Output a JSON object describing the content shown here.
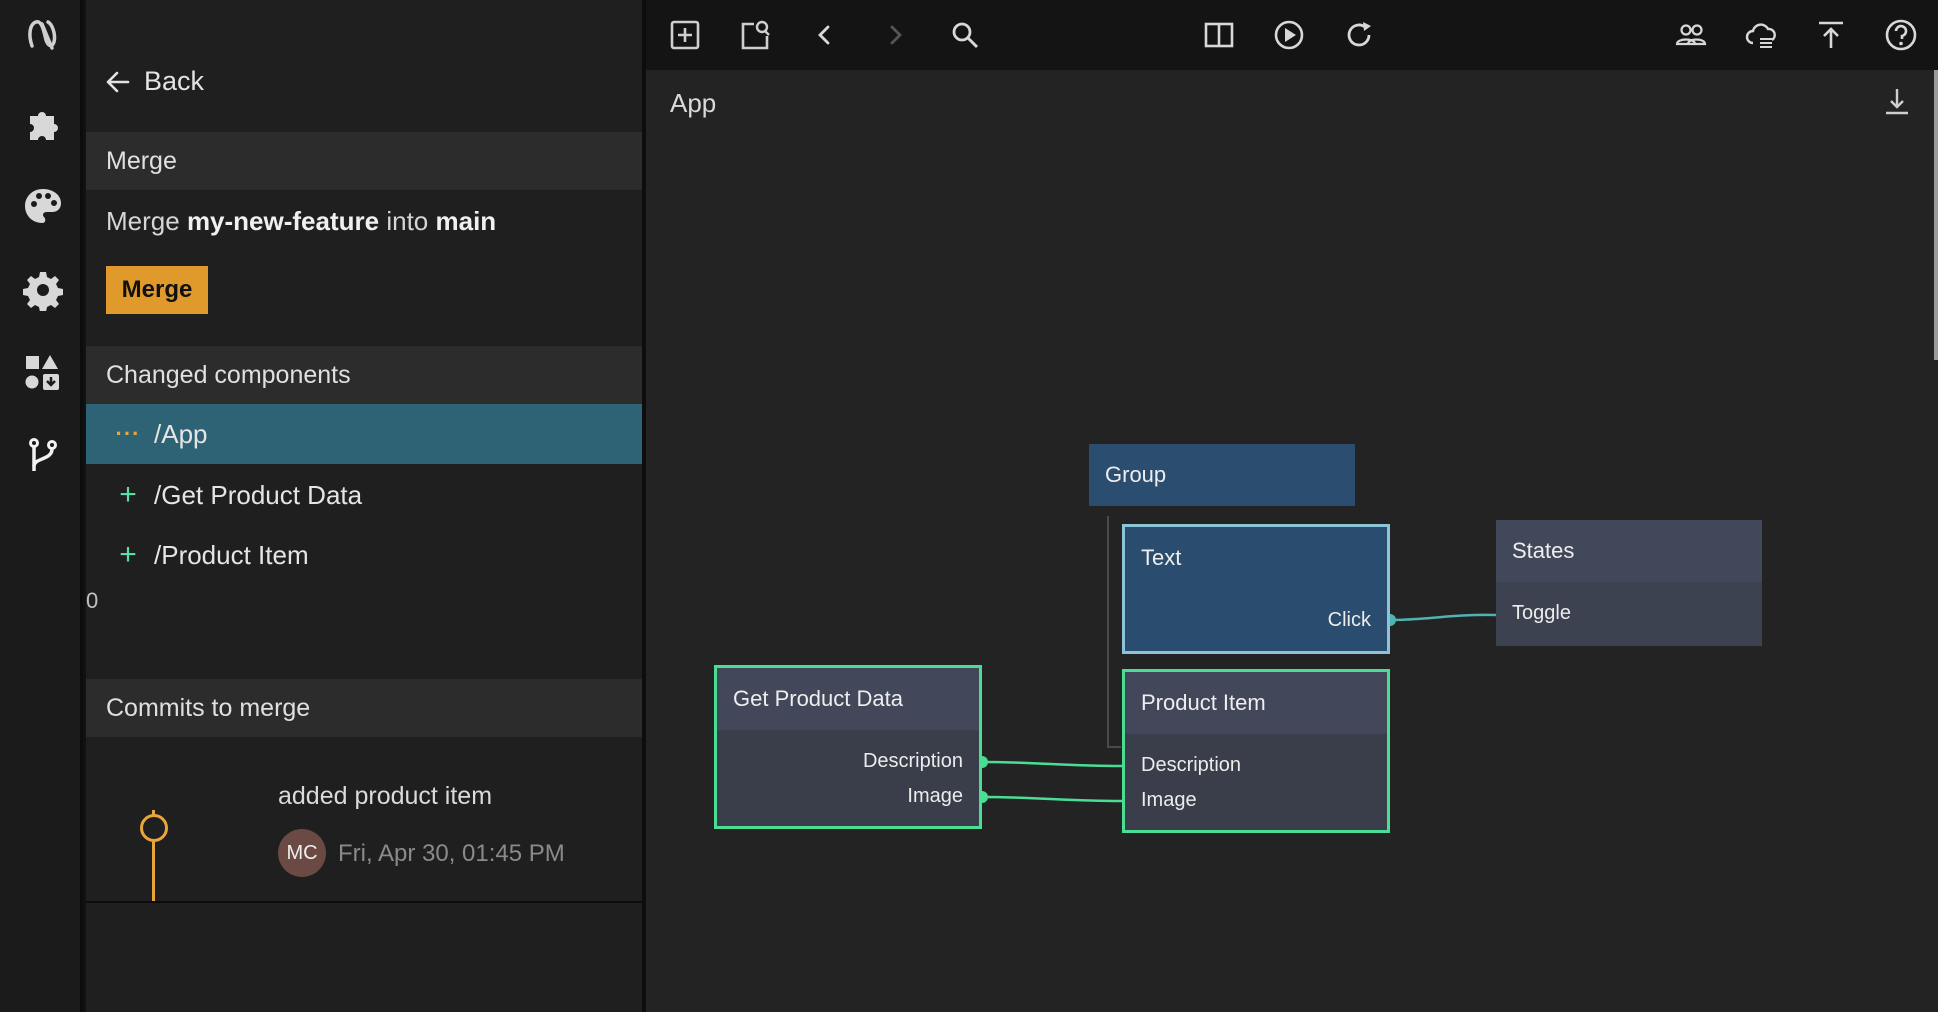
{
  "rail": {
    "icons": [
      "noodl-logo-icon",
      "puzzle-piece-icon",
      "palette-icon",
      "gear-icon",
      "components-icon",
      "git-branch-icon"
    ]
  },
  "panel": {
    "back_label": "Back",
    "merge_section": {
      "heading": "Merge",
      "prefix": "Merge",
      "source_branch": "my-new-feature",
      "connector": "into",
      "target_branch": "main",
      "button_label": "Merge"
    },
    "changed_components": {
      "heading": "Changed components",
      "items": [
        {
          "status": "modified",
          "marker": "···",
          "path": "/App"
        },
        {
          "status": "added",
          "marker": "+",
          "path": "/Get Product Data"
        },
        {
          "status": "added",
          "marker": "+",
          "path": "/Product Item"
        }
      ],
      "stray_text": "0"
    },
    "commits": {
      "heading": "Commits to merge",
      "items": [
        {
          "message": "added product item",
          "author_initials": "MC",
          "timestamp": "Fri, Apr 30, 01:45 PM"
        }
      ]
    }
  },
  "toolbar": {
    "icons": [
      "add-component-icon",
      "new-page-icon",
      "back-arrow-icon",
      "forward-arrow-icon",
      "search-icon",
      "split-view-icon",
      "play-icon",
      "refresh-icon",
      "collaborators-icon",
      "cloud-deploy-icon",
      "upload-icon",
      "help-icon"
    ]
  },
  "canvas": {
    "title": "App",
    "nodes": {
      "group": {
        "title": "Group"
      },
      "text": {
        "title": "Text",
        "outputs": [
          "Click"
        ]
      },
      "states": {
        "title": "States",
        "inputs": [
          "Toggle"
        ]
      },
      "get_product_data": {
        "title": "Get Product Data",
        "outputs": [
          "Description",
          "Image"
        ]
      },
      "product_item": {
        "title": "Product Item",
        "inputs": [
          "Description",
          "Image"
        ]
      }
    }
  },
  "colors": {
    "accent_merge": "#e09a2c",
    "selected_row": "#2e6375",
    "added_green": "#4ade94",
    "modified_orange": "#e8a63a",
    "visual_node_blue": "#2a4c6e",
    "logic_node_gray": "#3a3e4b",
    "wire_teal": "#4fb3b3"
  }
}
